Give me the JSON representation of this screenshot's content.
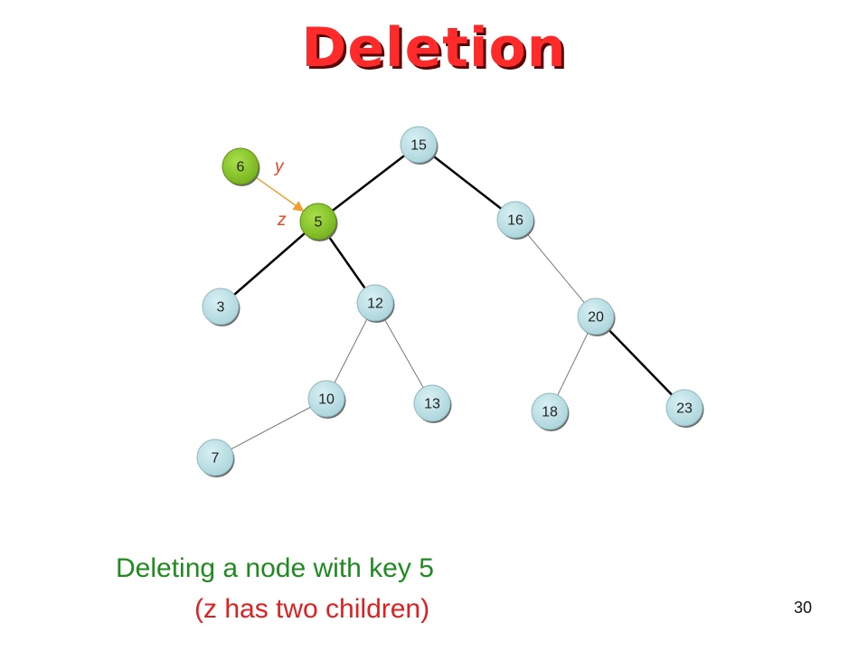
{
  "title": "Deletion",
  "tree": {
    "nodes": [
      {
        "id": "15",
        "label": "15",
        "role": "normal"
      },
      {
        "id": "5",
        "label": "5",
        "role": "highlight"
      },
      {
        "id": "16",
        "label": "16",
        "role": "normal"
      },
      {
        "id": "3",
        "label": "3",
        "role": "normal"
      },
      {
        "id": "12",
        "label": "12",
        "role": "normal"
      },
      {
        "id": "20",
        "label": "20",
        "role": "normal"
      },
      {
        "id": "10",
        "label": "10",
        "role": "normal"
      },
      {
        "id": "13",
        "label": "13",
        "role": "normal"
      },
      {
        "id": "18",
        "label": "18",
        "role": "normal"
      },
      {
        "id": "23",
        "label": "23",
        "role": "normal"
      },
      {
        "id": "7",
        "label": "7",
        "role": "normal"
      },
      {
        "id": "6",
        "label": "6",
        "role": "highlight"
      }
    ],
    "edges": [
      {
        "from": "15",
        "to": "5",
        "weight": "thick"
      },
      {
        "from": "15",
        "to": "16",
        "weight": "thick"
      },
      {
        "from": "5",
        "to": "3",
        "weight": "thick"
      },
      {
        "from": "5",
        "to": "12",
        "weight": "thick"
      },
      {
        "from": "16",
        "to": "20",
        "weight": "thin"
      },
      {
        "from": "12",
        "to": "10",
        "weight": "thin"
      },
      {
        "from": "12",
        "to": "13",
        "weight": "thin"
      },
      {
        "from": "20",
        "to": "18",
        "weight": "thin"
      },
      {
        "from": "20",
        "to": "23",
        "weight": "thick"
      },
      {
        "from": "10",
        "to": "7",
        "weight": "thin"
      }
    ],
    "pointer": {
      "from": "6",
      "to": "5"
    },
    "labels": {
      "y": "y",
      "z": "z"
    },
    "colors": {
      "node_fill": "#b9dfe5",
      "highlight_fill": "#8ccc2c",
      "pointer": "#f0a030",
      "var_label": "#e8421e"
    }
  },
  "caption": {
    "line1": "Deleting a node with key 5",
    "line2": "(z has two children)"
  },
  "page_number": "30"
}
